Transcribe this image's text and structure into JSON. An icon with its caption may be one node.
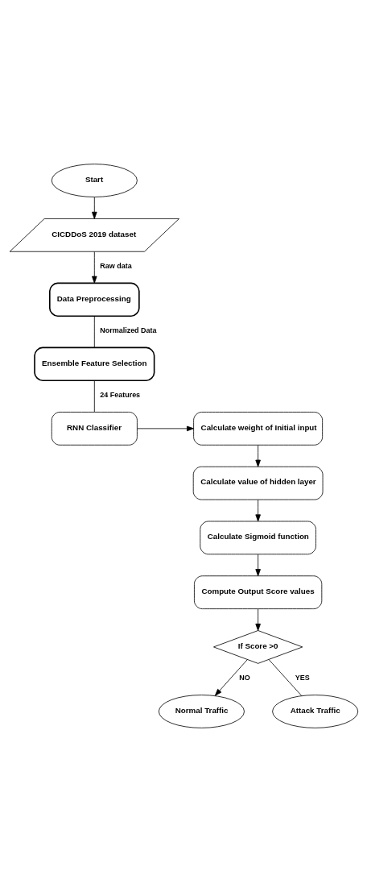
{
  "diagram": {
    "nodes": [
      {
        "text": [
          "Start"
        ]
      },
      {
        "text": [
          "CICDDoS 2019 dataset"
        ]
      },
      {
        "text": [
          "Data Preprocessing"
        ]
      },
      {
        "text": [
          "Ensemble Feature Selection"
        ]
      },
      {
        "text": [
          "RNN Classifier"
        ]
      },
      {
        "text": [
          "Calculate weight of Initial input"
        ]
      },
      {
        "text": [
          "Calculate value of hidden layer"
        ]
      },
      {
        "text": [
          "Calculate Sigmoid function"
        ]
      },
      {
        "text": [
          "Compute Output Score values"
        ]
      },
      {
        "text": [
          "If Score >0"
        ]
      },
      {
        "text": [
          "Normal Traffic"
        ]
      },
      {
        "text": [
          "Attack Traffic"
        ]
      }
    ],
    "edges": [
      {
        "from": 0,
        "to": 1,
        "arrow": "to"
      },
      {
        "from": 1,
        "to": 2,
        "arrow": "to",
        "label": "Raw data"
      },
      {
        "from": 2,
        "to": 3,
        "arrow": "none",
        "label": "Normalized Data"
      },
      {
        "from": 3,
        "to": 4,
        "arrow": "none",
        "label": "24 Features"
      },
      {
        "from": 4,
        "to": 5,
        "arrow": "to"
      },
      {
        "from": 5,
        "to": 6,
        "arrow": "to"
      },
      {
        "from": 6,
        "to": 7,
        "arrow": "to"
      },
      {
        "from": 7,
        "to": 8,
        "arrow": "to"
      },
      {
        "from": 8,
        "to": 9,
        "arrow": "to"
      },
      {
        "from": 9,
        "to": 10,
        "arrow": "to",
        "label": "NO"
      },
      {
        "from": 9,
        "to": 11,
        "arrow": "none",
        "label": "YES"
      }
    ]
  }
}
